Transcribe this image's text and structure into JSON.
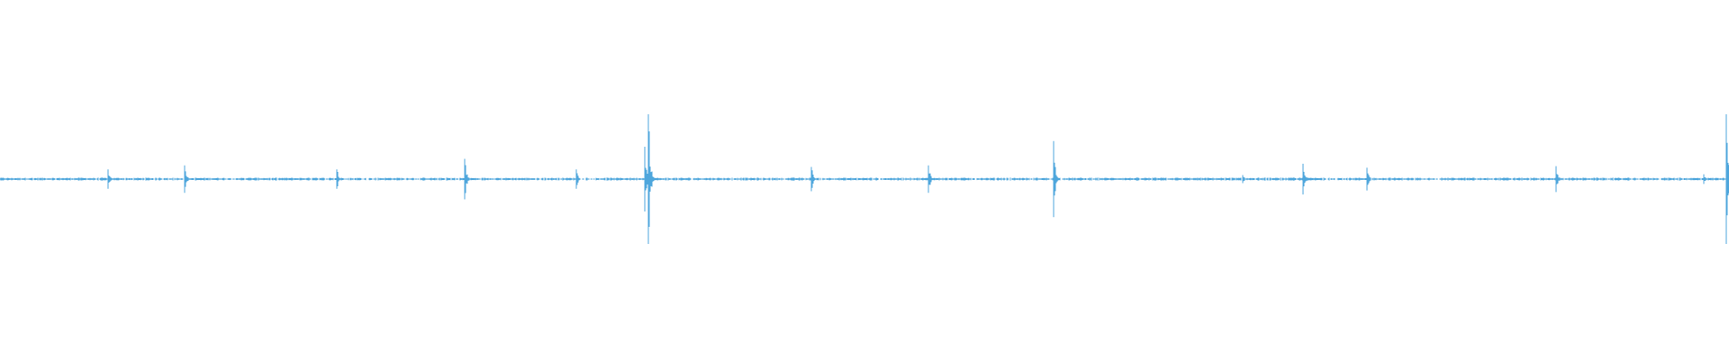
{
  "waveform": {
    "color": "#4ea6dc",
    "background": "#ffffff",
    "spikes": [
      {
        "t": 0.0625,
        "amp": 0.12
      },
      {
        "t": 0.107,
        "amp": 0.17
      },
      {
        "t": 0.195,
        "amp": 0.12
      },
      {
        "t": 0.2685,
        "amp": 0.25
      },
      {
        "t": 0.3335,
        "amp": 0.12
      },
      {
        "t": 0.373,
        "amp": 0.4
      },
      {
        "t": 0.375,
        "amp": 0.8
      },
      {
        "t": 0.4695,
        "amp": 0.15
      },
      {
        "t": 0.537,
        "amp": 0.17
      },
      {
        "t": 0.6095,
        "amp": 0.47
      },
      {
        "t": 0.719,
        "amp": 0.05
      },
      {
        "t": 0.7535,
        "amp": 0.19
      },
      {
        "t": 0.7905,
        "amp": 0.14
      },
      {
        "t": 0.9,
        "amp": 0.16
      },
      {
        "t": 0.9855,
        "amp": 0.06
      },
      {
        "t": 0.9985,
        "amp": 0.8
      }
    ]
  }
}
